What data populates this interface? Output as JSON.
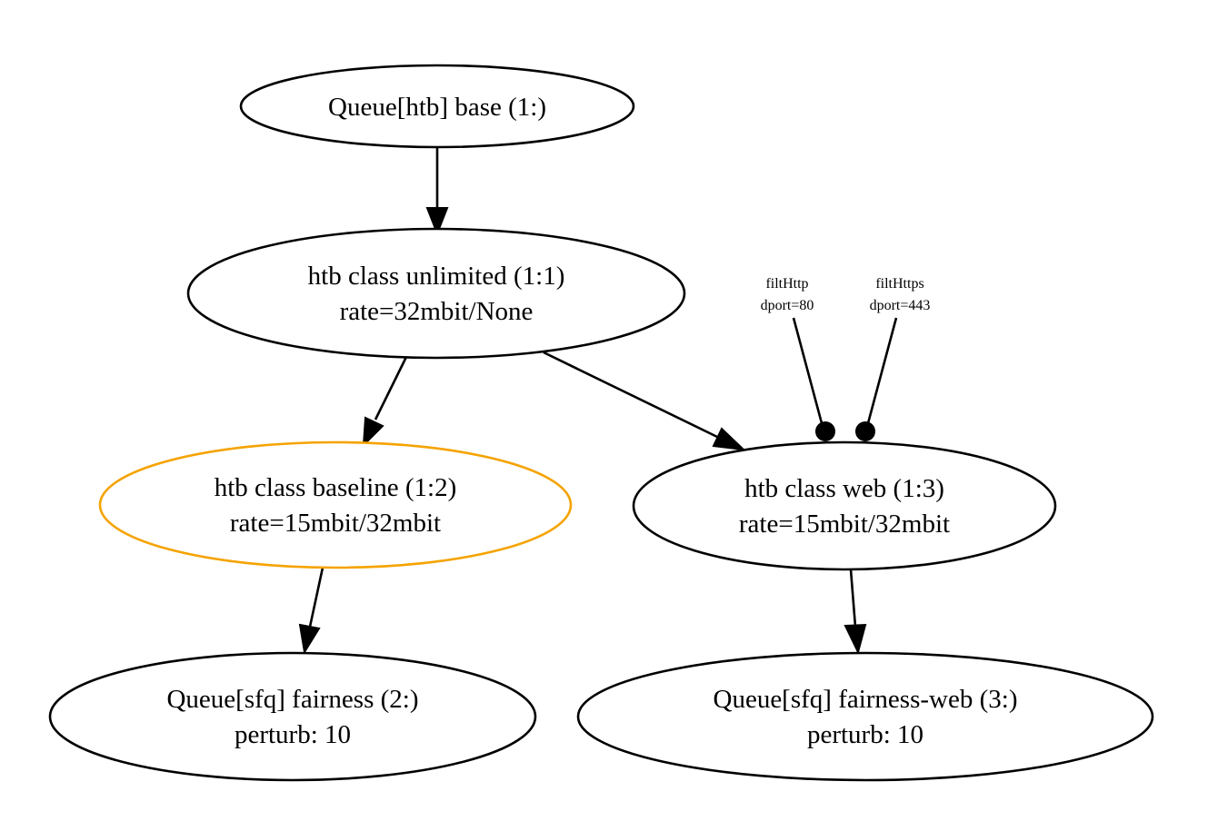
{
  "diagram": {
    "nodes": {
      "base": {
        "line1": "Queue[htb] base (1:)",
        "color": "#000000"
      },
      "unlimited": {
        "line1": "htb class unlimited (1:1)",
        "line2": "rate=32mbit/None",
        "color": "#000000"
      },
      "baseline": {
        "line1": "htb class baseline (1:2)",
        "line2": "rate=15mbit/32mbit",
        "color": "#f5a300"
      },
      "web": {
        "line1": "htb class web (1:3)",
        "line2": "rate=15mbit/32mbit",
        "color": "#000000"
      },
      "fairness": {
        "line1": "Queue[sfq] fairness (2:)",
        "line2": "perturb: 10",
        "color": "#000000"
      },
      "fairness_web": {
        "line1": "Queue[sfq] fairness-web (3:)",
        "line2": "perturb: 10",
        "color": "#000000"
      }
    },
    "filters": {
      "http": {
        "line1": "filtHttp",
        "line2": "dport=80"
      },
      "https": {
        "line1": "filtHttps",
        "line2": "dport=443"
      }
    },
    "edges": [
      {
        "from": "base",
        "to": "unlimited"
      },
      {
        "from": "unlimited",
        "to": "baseline"
      },
      {
        "from": "unlimited",
        "to": "web"
      },
      {
        "from": "baseline",
        "to": "fairness"
      },
      {
        "from": "web",
        "to": "fairness_web"
      },
      {
        "from": "http",
        "to": "web"
      },
      {
        "from": "https",
        "to": "web"
      }
    ]
  }
}
